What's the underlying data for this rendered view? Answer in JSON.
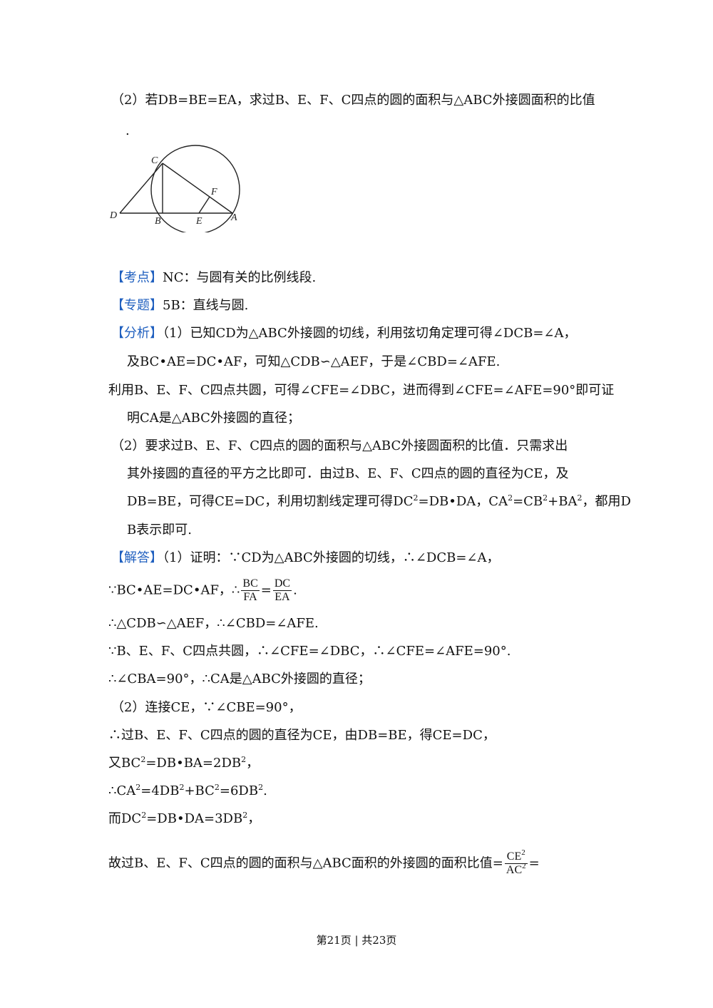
{
  "question": {
    "part2_line1": "（2）若DB=BE=EA，求过B、E、F、C四点的圆的面积与△ABC外接圆面积的比值",
    "part2_line2": "."
  },
  "figure": {
    "labels": {
      "C": "C",
      "F": "F",
      "D": "D",
      "B": "B",
      "E": "E",
      "A": "A"
    }
  },
  "kaodian": {
    "tag": "【考点】",
    "text": "NC：与圆有关的比例线段."
  },
  "zhuanti": {
    "tag": "【专题】",
    "text": "5B：直线与圆."
  },
  "fenxi": {
    "tag": "【分析】",
    "l1": "（1）已知CD为△ABC外接圆的切线，利用弦切角定理可得∠DCB=∠A，",
    "l2": "及BC•AE=DC•AF，可知△CDB∽△AEF，于是∠CBD=∠AFE.",
    "l3": "利用B、E、F、C四点共圆，可得∠CFE=∠DBC，进而得到∠CFE=∠AFE=90°即可证",
    "l4": "明CA是△ABC外接圆的直径；",
    "l5": "（2）要求过B、E、F、C四点的圆的面积与△ABC外接圆面积的比值．只需求出",
    "l6": "其外接圆的直径的平方之比即可．由过B、E、F、C四点的圆的直径为CE，及",
    "l7a": "DB=BE，可得CE=DC，利用切割线定理可得DC",
    "l7b": "=DB•DA，CA",
    "l7c": "=CB",
    "l7d": "+BA",
    "l7e": "，都用D",
    "l8": "B表示即可."
  },
  "jieda": {
    "tag": "【解答】",
    "l1": "（1）证明：∵CD为△ABC外接圆的切线，∴∠DCB=∠A，",
    "l2a": "∵BC•AE=DC•AF，∴",
    "frac1_num": "BC",
    "frac1_den": "FA",
    "eq": "=",
    "frac2_num": "DC",
    "frac2_den": "EA",
    "l2end": ".",
    "l3": "∴△CDB∽△AEF，∴∠CBD=∠AFE.",
    "l4": "∵B、E、F、C四点共圆，∴∠CFE=∠DBC，∴∠CFE=∠AFE=90°.",
    "l5": "∴∠CBA=90°，∴CA是△ABC外接圆的直径；",
    "l6": "（2）连接CE，∵∠CBE=90°，",
    "l7": "∴过B、E、F、C四点的圆的直径为CE，由DB=BE，得CE=DC，",
    "l8a": "又BC",
    "l8b": "=DB•BA=2DB",
    "l8c": "，",
    "l9a": "∴CA",
    "l9b": "=4DB",
    "l9c": "+BC",
    "l9d": "=6DB",
    "l9e": ".",
    "l10a": "而DC",
    "l10b": "=DB•DA=3DB",
    "l10c": "，",
    "l11": "故过B、E、F、C四点的圆的面积与△ABC面积的外接圆的面积比值=",
    "frac3_num": "CE",
    "frac3_den": "AC",
    "l11end": "=",
    "sq": "2"
  },
  "footer": "第21页 | 共23页"
}
